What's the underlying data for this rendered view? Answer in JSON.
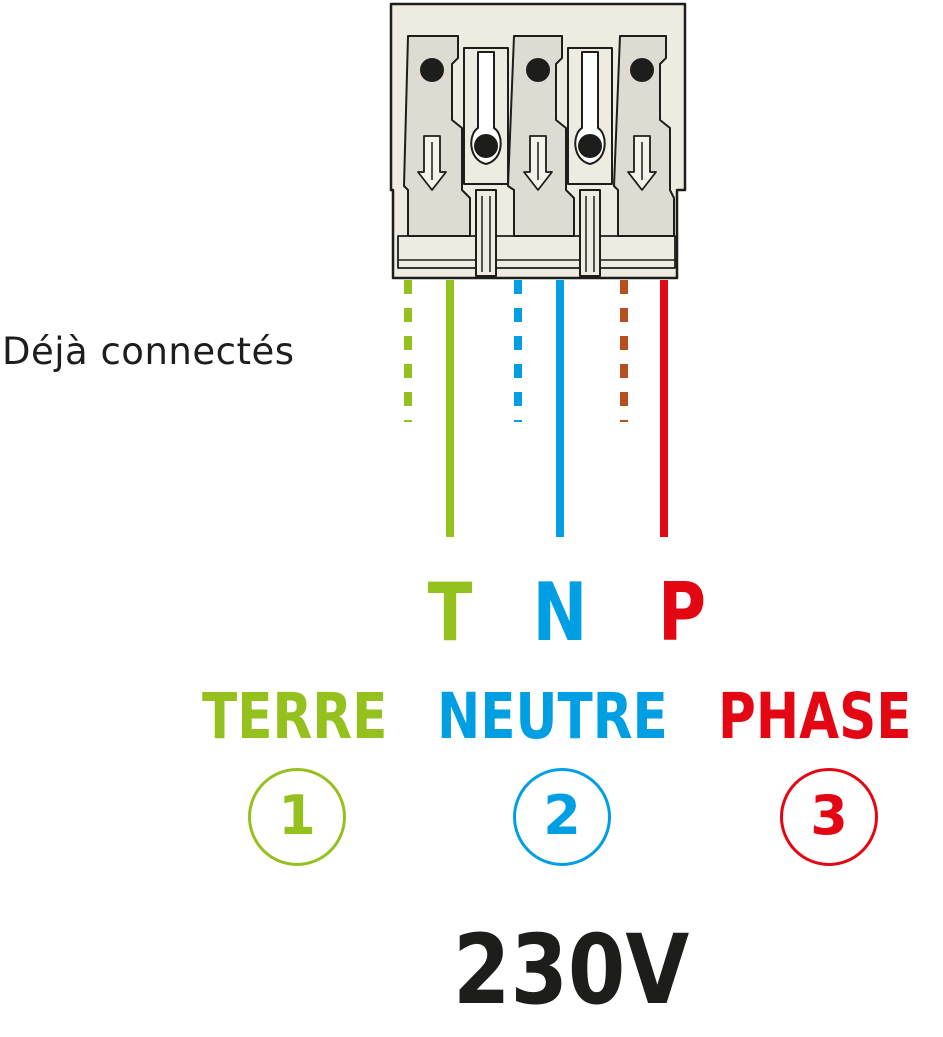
{
  "side_label": "Déjà connectés",
  "colors": {
    "terre": "#95c11f",
    "neutre": "#009fe3",
    "phase": "#e30613",
    "dashed_brown": "#b5501f",
    "connector_body": "#eeebe0",
    "connector_slot": "#dedcd2",
    "outline": "#1d1d1b"
  },
  "wires": [
    {
      "letter": "T",
      "word": "TERRE",
      "number": "1",
      "color": "#95c11f"
    },
    {
      "letter": "N",
      "word": "NEUTRE",
      "number": "2",
      "color": "#009fe3"
    },
    {
      "letter": "P",
      "word": "PHASE",
      "number": "3",
      "color": "#e30613"
    }
  ],
  "voltage": "230V"
}
